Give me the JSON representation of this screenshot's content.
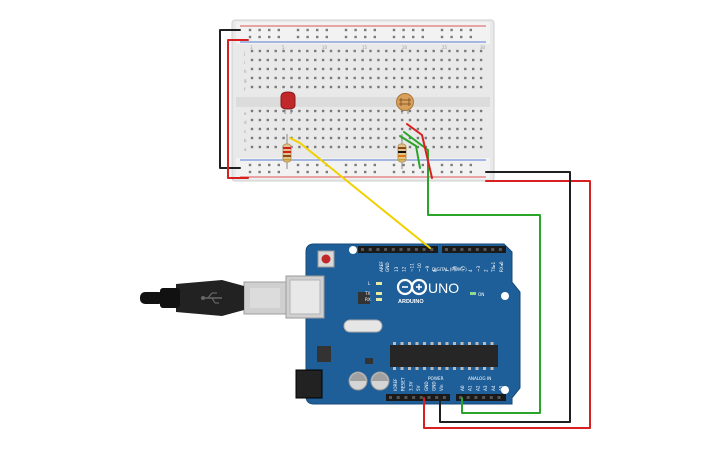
{
  "board": {
    "brand": "ARDUINO",
    "model": "UNO",
    "digital_label": "DIGITAL (PWM~)",
    "power_label": "POWER",
    "analog_label": "ANALOG IN",
    "on_label": "ON",
    "tx_label": "TX",
    "rx_label": "RX",
    "l_label": "L",
    "aref_label": "AREF",
    "gnd_label": "GND",
    "digital_pins": [
      "13",
      "12",
      "~11",
      "~10",
      "~9",
      "8",
      "7",
      "~6",
      "~5",
      "4",
      "~3",
      "2",
      "TX▸1",
      "RX◂0"
    ],
    "power_pins": [
      "IOREF",
      "RESET",
      "3.3V",
      "5V",
      "GND",
      "GND",
      "Vin"
    ],
    "analog_pins": [
      "A0",
      "A1",
      "A2",
      "A3",
      "A4",
      "A5"
    ]
  },
  "breadboard": {
    "row_letters_top": [
      "j",
      "i",
      "h",
      "g",
      "f"
    ],
    "row_letters_bottom": [
      "e",
      "d",
      "c",
      "b",
      "a"
    ],
    "columns": [
      "1",
      "5",
      "10",
      "15",
      "20",
      "25",
      "30"
    ]
  },
  "colors": {
    "board_blue": "#1f5f99",
    "wire_red": "#d82020",
    "wire_black": "#202020",
    "wire_green": "#2aa52a",
    "wire_yellow": "#f0d000",
    "led_red": "#c0282a",
    "photoresistor": "#d8a05a"
  }
}
